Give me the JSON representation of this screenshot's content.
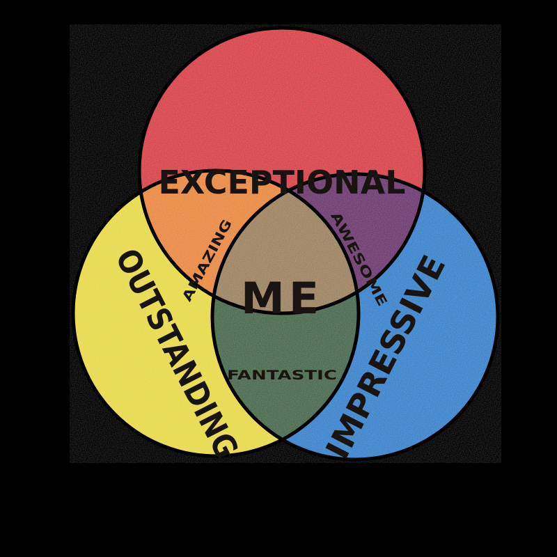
{
  "diagram": {
    "type": "venn-3",
    "sets": [
      {
        "key": "top",
        "label": "EXCEPTIONAL",
        "color": "#d8444c"
      },
      {
        "key": "left",
        "label": "OUTSTANDING",
        "color": "#e8da4c"
      },
      {
        "key": "right",
        "label": "IMPRESSIVE",
        "color": "#3c84cc"
      }
    ],
    "intersections": {
      "top_left": {
        "label": "AMAZING",
        "color": "#e98a44"
      },
      "top_right": {
        "label": "AWESOME",
        "color": "#6e3c70"
      },
      "left_right": {
        "label": "FANTASTIC",
        "color": "#4a6b4e"
      },
      "center": {
        "label": "ME",
        "color": "#9c8462"
      }
    },
    "background_color": "#000000",
    "outline_color": "#000000"
  }
}
